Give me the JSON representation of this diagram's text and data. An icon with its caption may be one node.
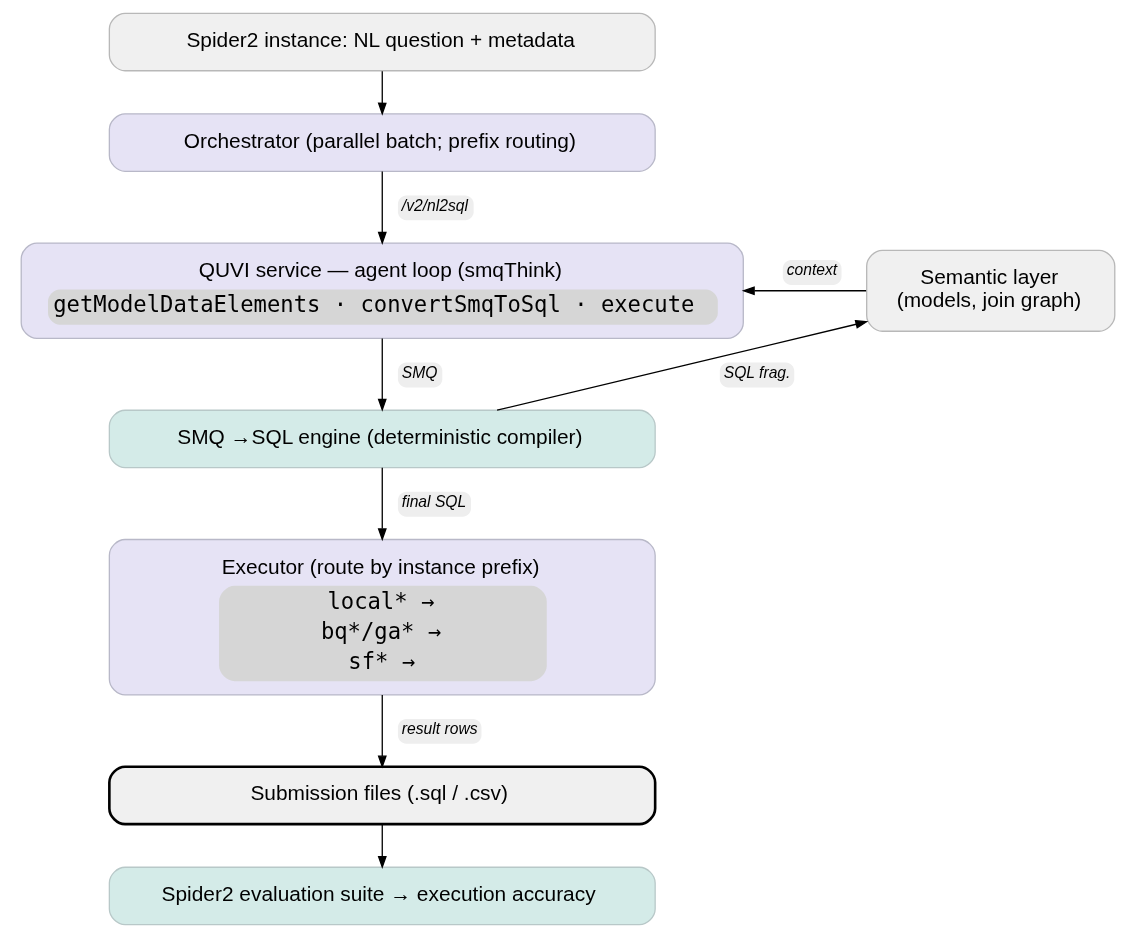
{
  "diagram": {
    "nodes": [
      {
        "text": [
          "Spider2 instance: NL question + metadata"
        ]
      },
      {
        "text": [
          "Orchestrator (parallel batch; prefix routing)"
        ]
      },
      {
        "text": [
          "Semantic layer (models, join graph)"
        ]
      },
      {
        "text": [
          "QUVI service — agent loop (smqThink)",
          "getModelDataElements · convertSmqToSql · execute"
        ]
      },
      {
        "text": [
          "SMQ →SQL engine (deterministic compiler)"
        ]
      },
      {
        "text": [
          "Executor (route by instance prefix)",
          "local* →",
          "bq*/ga* →",
          "sf* →"
        ]
      },
      {
        "text": [
          "Submission files (.sql / .csv)"
        ]
      },
      {
        "text": [
          "Spider2 evaluation suite → execution accuracy"
        ]
      }
    ],
    "edges": [
      {
        "from": 0,
        "to": 1,
        "arrow": "to"
      },
      {
        "from": 1,
        "to": 3,
        "arrow": "to",
        "label": "/v2/nl2sql"
      },
      {
        "from": 2,
        "to": 3,
        "arrow": "to",
        "label": "context"
      },
      {
        "from": 3,
        "to": 4,
        "arrow": "to",
        "label": "SMQ"
      },
      {
        "from": 4,
        "to": 2,
        "arrow": "to",
        "label": "SQL frag."
      },
      {
        "from": 4,
        "to": 5,
        "arrow": "to",
        "label": "final SQL"
      },
      {
        "from": 5,
        "to": 6,
        "arrow": "to",
        "label": "result rows"
      },
      {
        "from": 6,
        "to": 7,
        "arrow": "to"
      }
    ]
  }
}
